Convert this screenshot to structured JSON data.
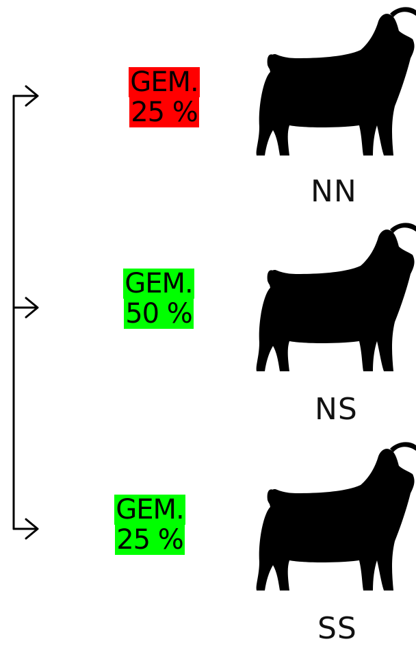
{
  "colors": {
    "red_highlight": "#ff0000",
    "green_highlight": "#00ff00"
  },
  "rows": [
    {
      "label_line1": "GEM.",
      "label_line2": "25 %",
      "highlight": "#ff0000",
      "genotype": "NN",
      "icon": "goat-silhouette-icon"
    },
    {
      "label_line1": "GEM.",
      "label_line2": "50 %",
      "highlight": "#00ff00",
      "genotype": "NS",
      "icon": "goat-silhouette-icon"
    },
    {
      "label_line1": "GEM.",
      "label_line2": "25 %",
      "highlight": "#00ff00",
      "genotype": "SS",
      "icon": "goat-silhouette-icon"
    }
  ]
}
